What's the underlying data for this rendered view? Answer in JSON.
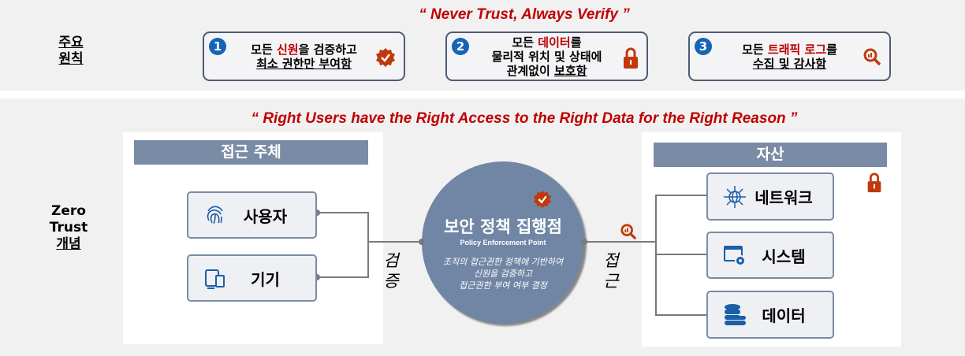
{
  "principles": {
    "label": [
      "주요",
      "원칙"
    ],
    "quote": "“ Never Trust, Always Verify ”",
    "items": [
      {
        "num": "1",
        "pre": "모든 ",
        "hl": "신원",
        "post": "을 검증하고",
        "line2": "최소 권한만 부여함",
        "icon": "verified-badge-icon"
      },
      {
        "num": "2",
        "pre": "모든 ",
        "hl": "데이터",
        "post": "를",
        "line2": "물리적 위치 및 상태에",
        "line3a": "관계없이 ",
        "line3b": "보호함",
        "icon": "lock-icon"
      },
      {
        "num": "3",
        "pre": "모든 ",
        "hl": "트래픽 로그",
        "post": "를",
        "line2": "수집 및 감사함",
        "icon": "search-analytics-icon"
      }
    ]
  },
  "concept": {
    "label": [
      "Zero",
      "Trust",
      "개념"
    ],
    "quote": "“ Right Users have the Right Access to the Right Data for the Right Reason ”",
    "subjects": {
      "title": "접근 주체",
      "items": [
        {
          "label": "사용자",
          "icon": "fingerprint-icon"
        },
        {
          "label": "기기",
          "icon": "devices-icon"
        }
      ]
    },
    "verify": [
      "검",
      "증"
    ],
    "pep": {
      "title": "보안 정책 집행점",
      "subtitle": "Policy Enforcement Point",
      "desc": [
        "조직의 접근권한 정책에 기반하여",
        "신원을 검증하고",
        "접근권한 부여 여부 결정"
      ]
    },
    "access": [
      "접",
      "근"
    ],
    "assets": {
      "title": "자산",
      "items": [
        {
          "label": "네트워크",
          "icon": "network-icon"
        },
        {
          "label": "시스템",
          "icon": "system-settings-icon"
        },
        {
          "label": "데이터",
          "icon": "database-icon"
        }
      ]
    }
  },
  "colors": {
    "accent": "#c00000",
    "header": "#7a8ba6",
    "number": "#1565b5",
    "circle": "#7186a4"
  }
}
